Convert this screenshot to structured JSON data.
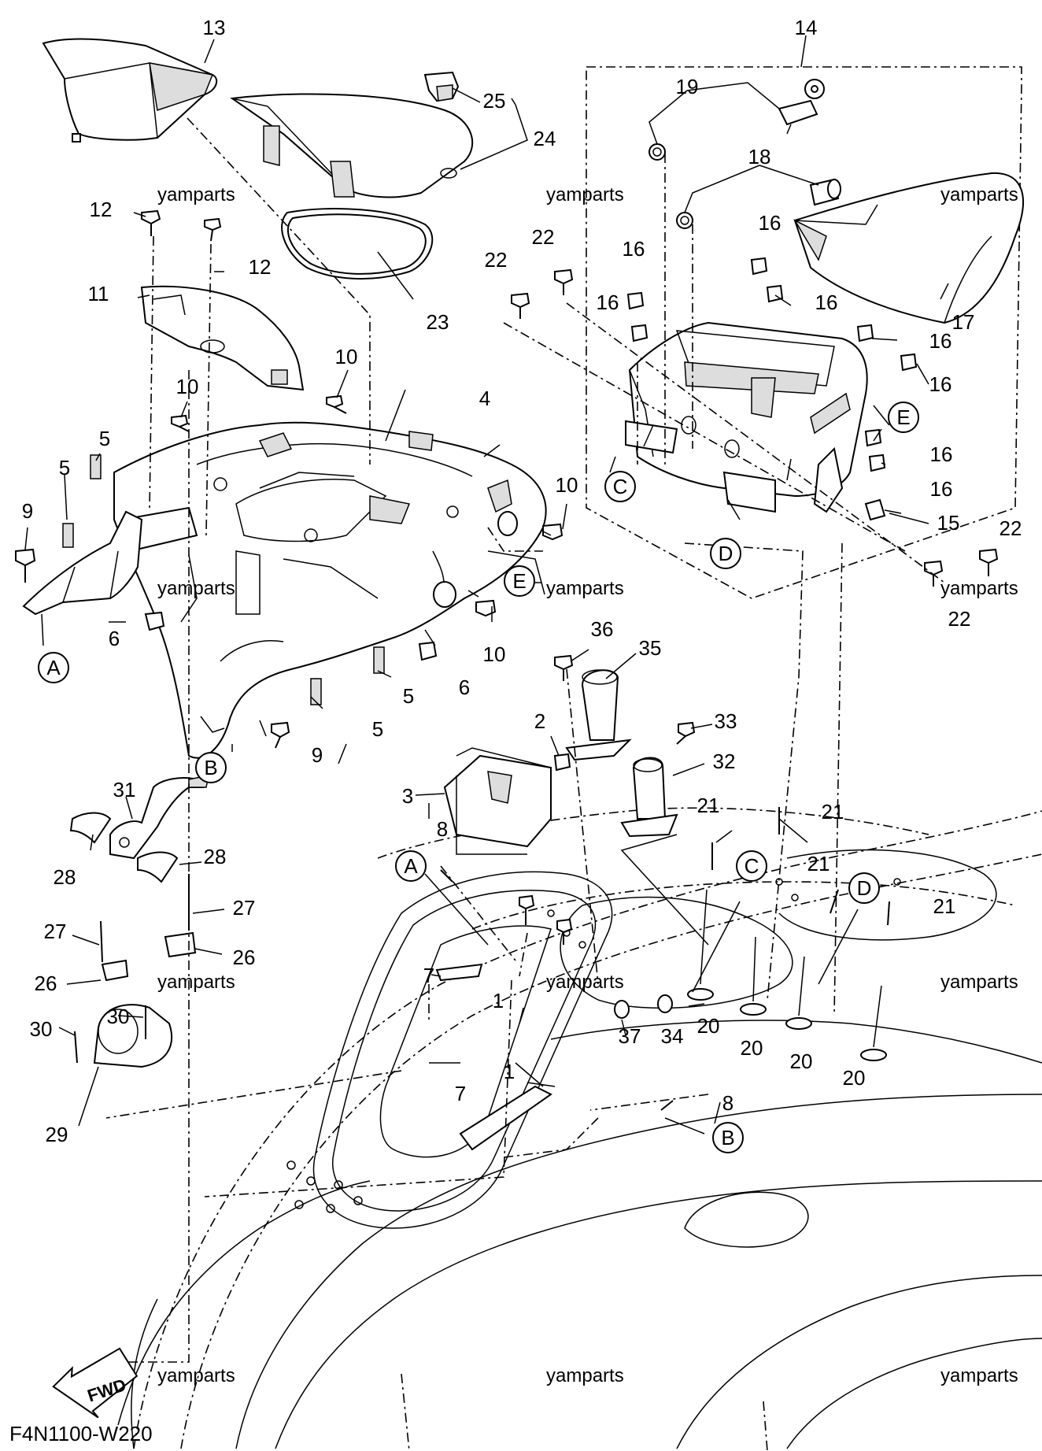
{
  "diagram_code": "F4N1100-W220",
  "watermark_text": "yamparts",
  "fwd_label": "FWD",
  "callouts": [
    {
      "id": "c13",
      "text": "13"
    },
    {
      "id": "c14",
      "text": "14"
    },
    {
      "id": "c19",
      "text": "19"
    },
    {
      "id": "c25",
      "text": "25"
    },
    {
      "id": "c24",
      "text": "24"
    },
    {
      "id": "c18",
      "text": "18"
    },
    {
      "id": "c16a",
      "text": "16"
    },
    {
      "id": "c22a",
      "text": "22"
    },
    {
      "id": "c22b",
      "text": "22"
    },
    {
      "id": "c16b",
      "text": "16"
    },
    {
      "id": "c12a",
      "text": "12"
    },
    {
      "id": "c12b",
      "text": "12"
    },
    {
      "id": "c16c",
      "text": "16"
    },
    {
      "id": "c16d",
      "text": "16"
    },
    {
      "id": "c11",
      "text": "11"
    },
    {
      "id": "c23",
      "text": "23"
    },
    {
      "id": "c17",
      "text": "17"
    },
    {
      "id": "c16e",
      "text": "16"
    },
    {
      "id": "c10a",
      "text": "10"
    },
    {
      "id": "c16f",
      "text": "16"
    },
    {
      "id": "c10b",
      "text": "10"
    },
    {
      "id": "c4",
      "text": "4"
    },
    {
      "id": "c5a",
      "text": "5"
    },
    {
      "id": "c16g",
      "text": "16"
    },
    {
      "id": "c5b",
      "text": "5"
    },
    {
      "id": "c16h",
      "text": "16"
    },
    {
      "id": "c10c",
      "text": "10"
    },
    {
      "id": "c9a",
      "text": "9"
    },
    {
      "id": "c15",
      "text": "15"
    },
    {
      "id": "c22c",
      "text": "22"
    },
    {
      "id": "c22d",
      "text": "22"
    },
    {
      "id": "c6a",
      "text": "6"
    },
    {
      "id": "c10d",
      "text": "10"
    },
    {
      "id": "c6b",
      "text": "6"
    },
    {
      "id": "c36",
      "text": "36"
    },
    {
      "id": "c35",
      "text": "35"
    },
    {
      "id": "c5c",
      "text": "5"
    },
    {
      "id": "c5d",
      "text": "5"
    },
    {
      "id": "c2",
      "text": "2"
    },
    {
      "id": "c9b",
      "text": "9"
    },
    {
      "id": "c33",
      "text": "33"
    },
    {
      "id": "c32",
      "text": "32"
    },
    {
      "id": "c31",
      "text": "31"
    },
    {
      "id": "c3",
      "text": "3"
    },
    {
      "id": "c21a",
      "text": "21"
    },
    {
      "id": "c21b",
      "text": "21"
    },
    {
      "id": "c8a",
      "text": "8"
    },
    {
      "id": "c28a",
      "text": "28"
    },
    {
      "id": "c28b",
      "text": "28"
    },
    {
      "id": "c21c",
      "text": "21"
    },
    {
      "id": "c21d",
      "text": "21"
    },
    {
      "id": "c27a",
      "text": "27"
    },
    {
      "id": "c27b",
      "text": "27"
    },
    {
      "id": "c26a",
      "text": "26"
    },
    {
      "id": "c26b",
      "text": "26"
    },
    {
      "id": "c30a",
      "text": "30"
    },
    {
      "id": "c30b",
      "text": "30"
    },
    {
      "id": "c7a",
      "text": "7"
    },
    {
      "id": "c1a",
      "text": "1"
    },
    {
      "id": "c37",
      "text": "37"
    },
    {
      "id": "c34",
      "text": "34"
    },
    {
      "id": "c20a",
      "text": "20"
    },
    {
      "id": "c20b",
      "text": "20"
    },
    {
      "id": "c20c",
      "text": "20"
    },
    {
      "id": "c20d",
      "text": "20"
    },
    {
      "id": "c1b",
      "text": "1"
    },
    {
      "id": "c29",
      "text": "29"
    },
    {
      "id": "c7b",
      "text": "7"
    },
    {
      "id": "c8b",
      "text": "8"
    }
  ],
  "ref_letters": [
    {
      "id": "rA1",
      "text": "A"
    },
    {
      "id": "rB1",
      "text": "B"
    },
    {
      "id": "rC1",
      "text": "C"
    },
    {
      "id": "rD1",
      "text": "D"
    },
    {
      "id": "rE1",
      "text": "E"
    },
    {
      "id": "rE2",
      "text": "E"
    },
    {
      "id": "rA2",
      "text": "A"
    },
    {
      "id": "rC2",
      "text": "C"
    },
    {
      "id": "rD2",
      "text": "D"
    },
    {
      "id": "rB2",
      "text": "B"
    }
  ]
}
